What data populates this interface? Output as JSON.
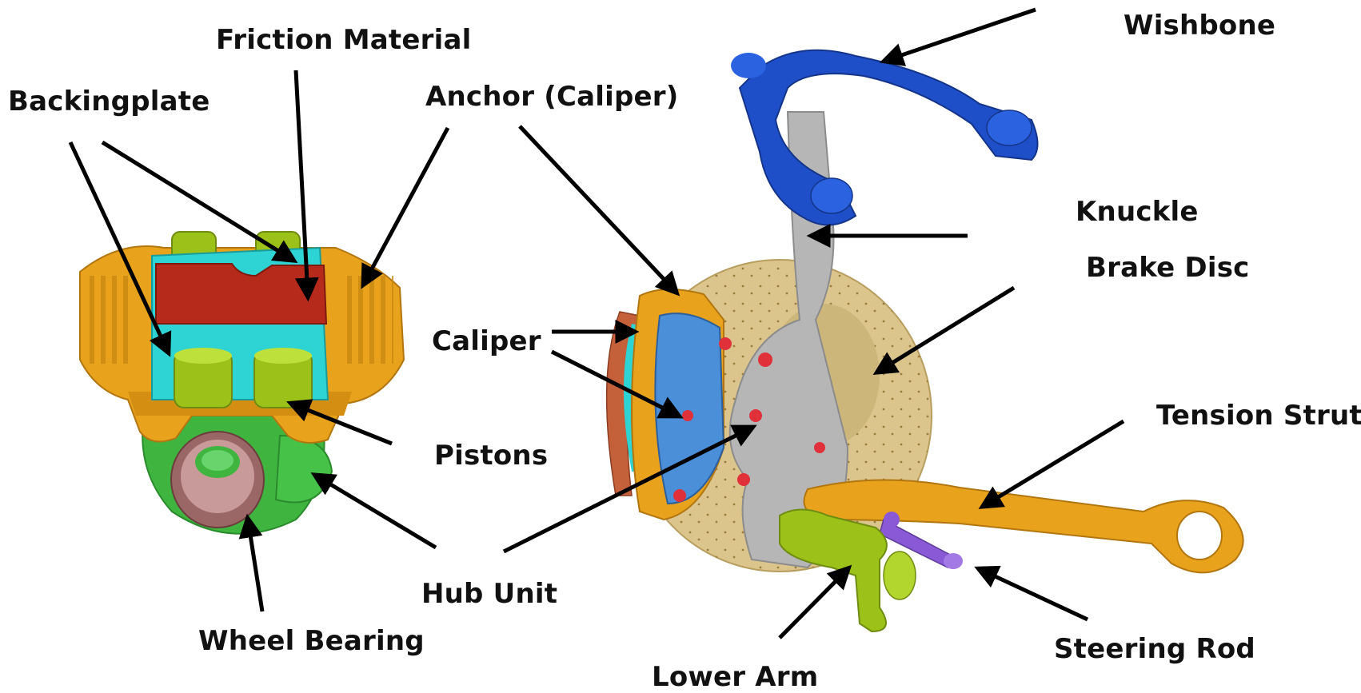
{
  "labels": {
    "friction_material": "Friction Material",
    "backingplate": "Backingplate",
    "anchor_caliper": "Anchor (Caliper)",
    "wishbone": "Wishbone",
    "knuckle": "Knuckle",
    "brake_disc": "Brake Disc",
    "caliper": "Caliper",
    "pistons": "Pistons",
    "tension_strut": "Tension Strut",
    "hub_unit": "Hub Unit",
    "wheel_bearing": "Wheel Bearing",
    "lower_arm": "Lower Arm",
    "steering_rod": "Steering Rod"
  },
  "colors": {
    "anchor": "#e8a21c",
    "pad_backing": "#2ed3d3",
    "friction": "#b52a1a",
    "piston": "#9cc21a",
    "bearing_housing": "#3fb540",
    "bearing_inner": "#b07878",
    "wishbone": "#1f4fc8",
    "knuckle": "#b6b6b6",
    "disc": "#dcc58c",
    "caliper_body": "#4a8fd8",
    "caliper_bolt": "#e0303a",
    "tension_strut": "#e8a21c",
    "lower_arm": "#9cc21a",
    "steering_rod": "#8a5ad6",
    "arrow": "#000000"
  }
}
